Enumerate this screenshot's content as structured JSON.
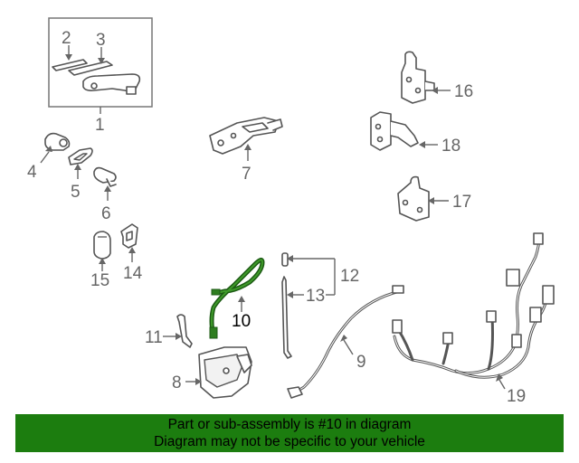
{
  "callouts": {
    "c1": "1",
    "c2": "2",
    "c3": "3",
    "c4": "4",
    "c5": "5",
    "c6": "6",
    "c7": "7",
    "c8": "8",
    "c9": "9",
    "c10": "10",
    "c11": "11",
    "c12": "12",
    "c13": "13",
    "c14": "14",
    "c15": "15",
    "c16": "16",
    "c17": "17",
    "c18": "18",
    "c19": "19"
  },
  "highlighted_part": "10",
  "colors": {
    "highlight": "#1c7d0f",
    "cable_highlight": "#1c5a14",
    "line_art": "#555555"
  },
  "banner": {
    "line1": "Part or sub-assembly is #10 in diagram",
    "line2": "Diagram may not be specific to your vehicle"
  }
}
